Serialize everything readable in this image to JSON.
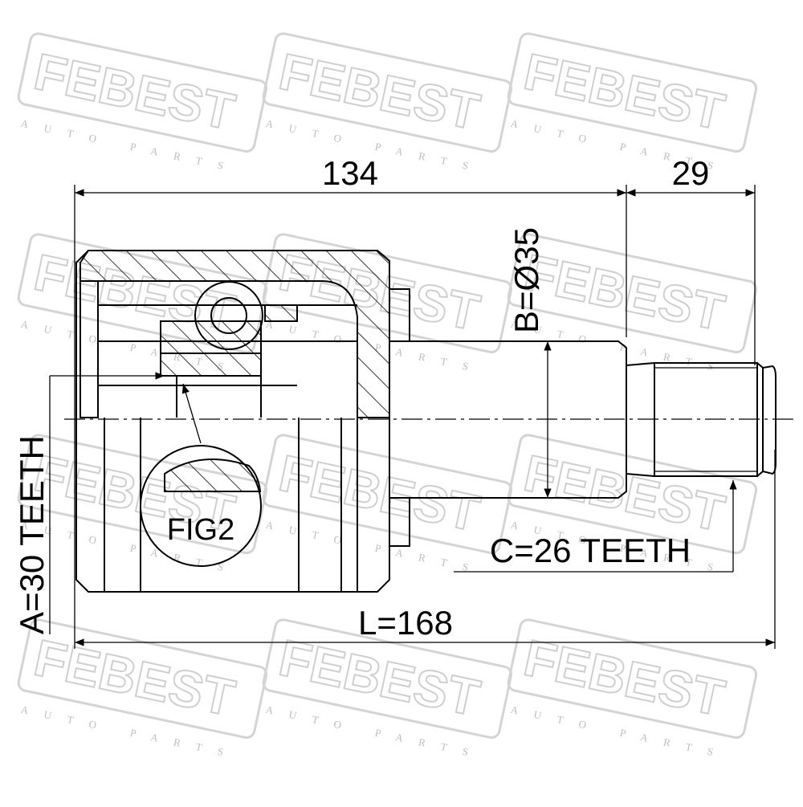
{
  "watermark": {
    "brand": "FEBEST",
    "subtitle": "AUTO PARTS"
  },
  "dimensions": {
    "length_134": "134",
    "length_29": "29",
    "diameter_b": "B=Ø35",
    "teeth_a": "A=30 TEETH",
    "teeth_c": "C=26 TEETH",
    "length_l": "L=168"
  },
  "figure": {
    "label": "FIG2"
  },
  "colors": {
    "line": "#000000",
    "watermark": "#cfcfcf",
    "background": "#ffffff"
  }
}
